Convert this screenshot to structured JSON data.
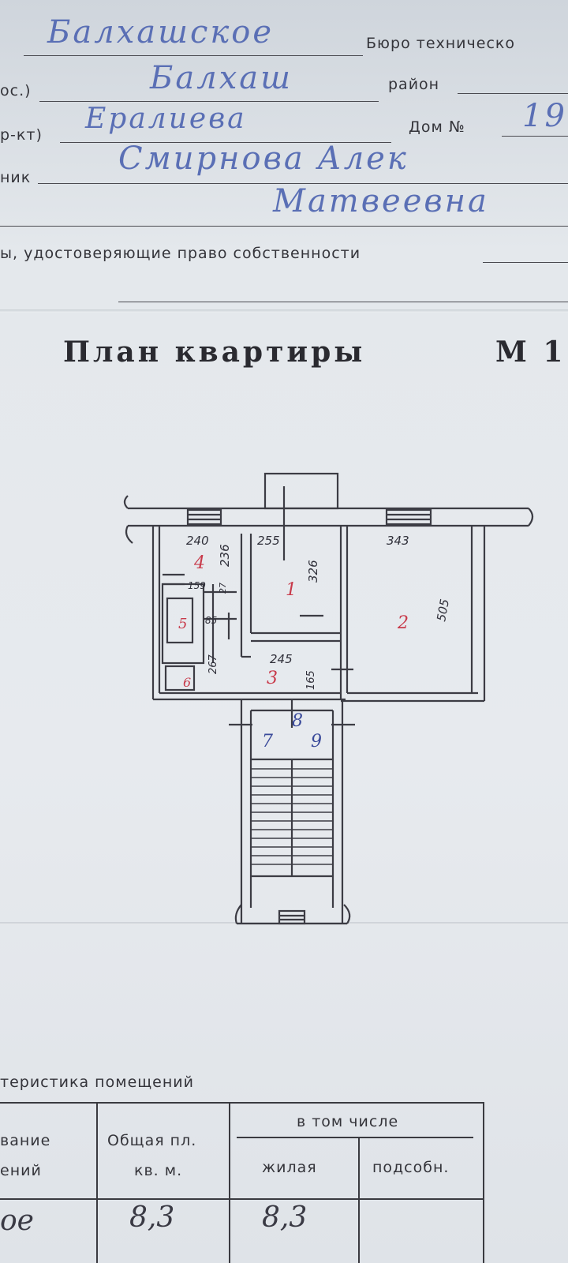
{
  "header": {
    "line1": {
      "hand": "Балхашское",
      "printed": "Бюро техническо"
    },
    "line2": {
      "prefix": "ос.)",
      "hand": "Балхаш",
      "printed": "район"
    },
    "line3": {
      "prefix": "р-кт)",
      "hand": "Ералиева",
      "printed": "Дом №",
      "hand2": "19"
    },
    "line4": {
      "prefix": "ник",
      "hand": "Смирнова Алек"
    },
    "line5": {
      "hand": "Матвеевна"
    },
    "line6": {
      "printed": "ы, удостоверяющие право собственности"
    }
  },
  "plan": {
    "title": "План квартиры",
    "scale": "М 1",
    "dimensions": {
      "d240": "240",
      "d255": "255",
      "d343": "343",
      "d236": "236",
      "d326": "326",
      "d505": "505",
      "d159": "159",
      "d85": "85",
      "d267": "267",
      "d245": "245",
      "d165": "165",
      "d27": "27"
    },
    "rooms_red": {
      "r1": "1",
      "r2": "2",
      "r3": "3",
      "r4": "4",
      "r5": "5",
      "r6": "6"
    },
    "rooms_blue": {
      "r7": "7",
      "r8": "8",
      "r9": "9"
    }
  },
  "table": {
    "caption": "теристика помещений",
    "col1_line1": "вание",
    "col1_line2": "ений",
    "col2_line1": "Общая пл.",
    "col2_line2": "кв. м.",
    "col3_header": "в том числе",
    "col3a": "жилая",
    "col3b": "подсобн.",
    "row1": {
      "name": "ое",
      "total": "8,3",
      "living": "8,3"
    }
  },
  "colors": {
    "ink_blue": "#5a6fb5",
    "ink_red": "#c83a4a",
    "print": "#34343a"
  }
}
